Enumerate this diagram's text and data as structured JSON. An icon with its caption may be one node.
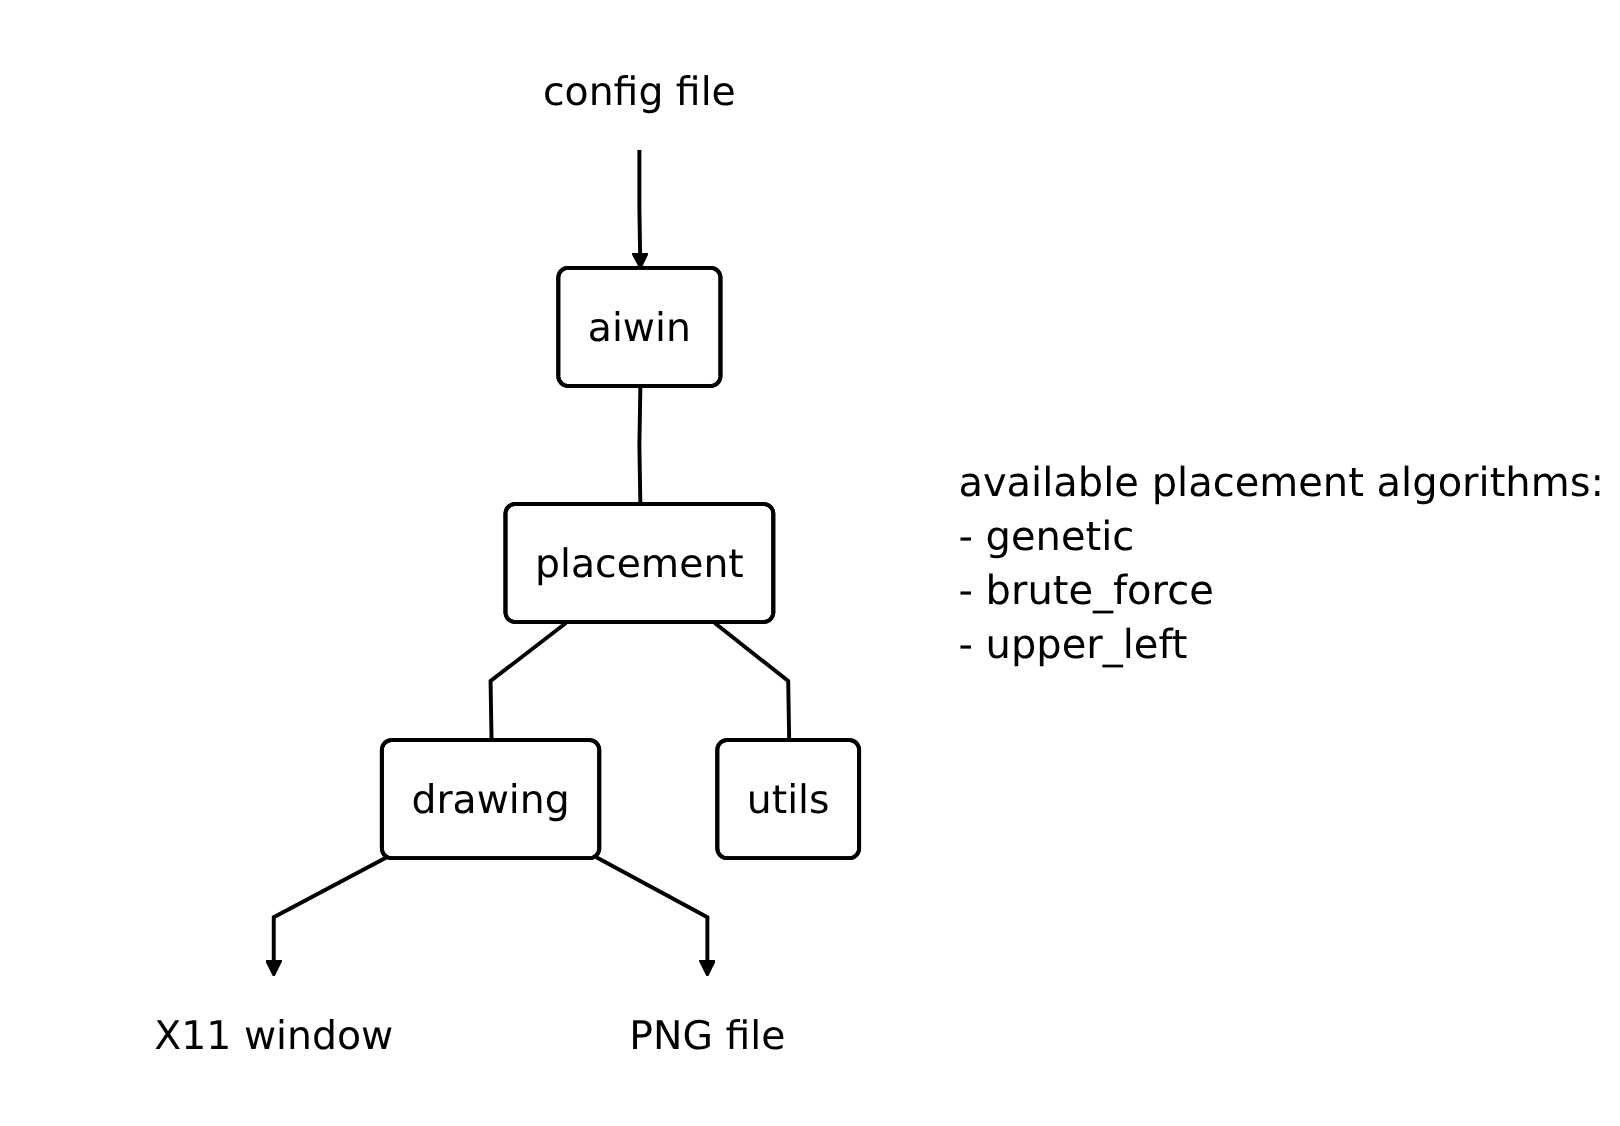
{
  "diagram": {
    "nodes": [
      {
        "text": [
          "config file"
        ]
      },
      {
        "text": [
          "aiwin"
        ]
      },
      {
        "text": [
          "placement"
        ]
      },
      {
        "text": [
          "drawing"
        ]
      },
      {
        "text": [
          "utils"
        ]
      },
      {
        "text": [
          "X11 window"
        ]
      },
      {
        "text": [
          "PNG file"
        ]
      }
    ],
    "edges": [
      {
        "from": 0,
        "to": 1,
        "arrow": "to"
      },
      {
        "from": 1,
        "to": 2,
        "arrow": "none"
      },
      {
        "from": 2,
        "to": 3,
        "arrow": "none"
      },
      {
        "from": 2,
        "to": 4,
        "arrow": "none"
      },
      {
        "from": 3,
        "to": 5,
        "arrow": "to"
      },
      {
        "from": 3,
        "to": 6,
        "arrow": "to"
      }
    ],
    "labels": [
      "available placement algorithms:",
      "- genetic",
      "- brute_force",
      "- upper_left"
    ]
  }
}
